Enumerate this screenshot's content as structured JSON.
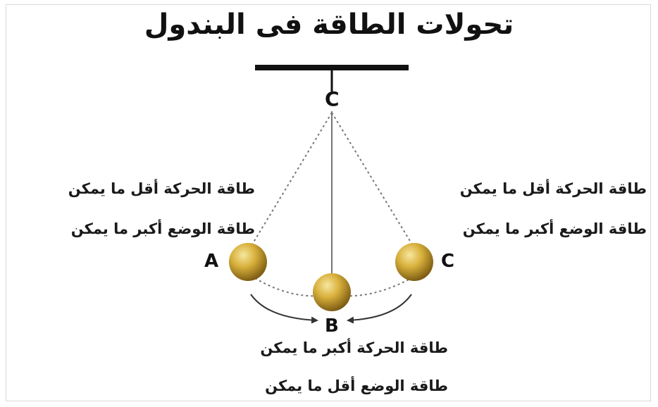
{
  "title": "تحولات الطاقة فى البندول",
  "pivot_label": "C",
  "points": {
    "A": {
      "label": "A",
      "kinetic": "طاقة الحركة أقل ما يمكن",
      "potential": "طاقة الوضع أكبر ما يمكن"
    },
    "B": {
      "label": "B",
      "kinetic": "طاقة الحركة أكبر ما يمكن",
      "potential": "طاقة الوضع أقل ما يمكن"
    },
    "C": {
      "label": "C",
      "kinetic": "طاقة الحركة أقل ما يمكن",
      "potential": "طاقة الوضع أكبر ما يمكن"
    }
  },
  "colors": {
    "bob_light": "#f6e7a0",
    "bob_mid": "#d9b13c",
    "bob_dark": "#7a5a12",
    "line": "#222222",
    "dotted": "#777777"
  }
}
